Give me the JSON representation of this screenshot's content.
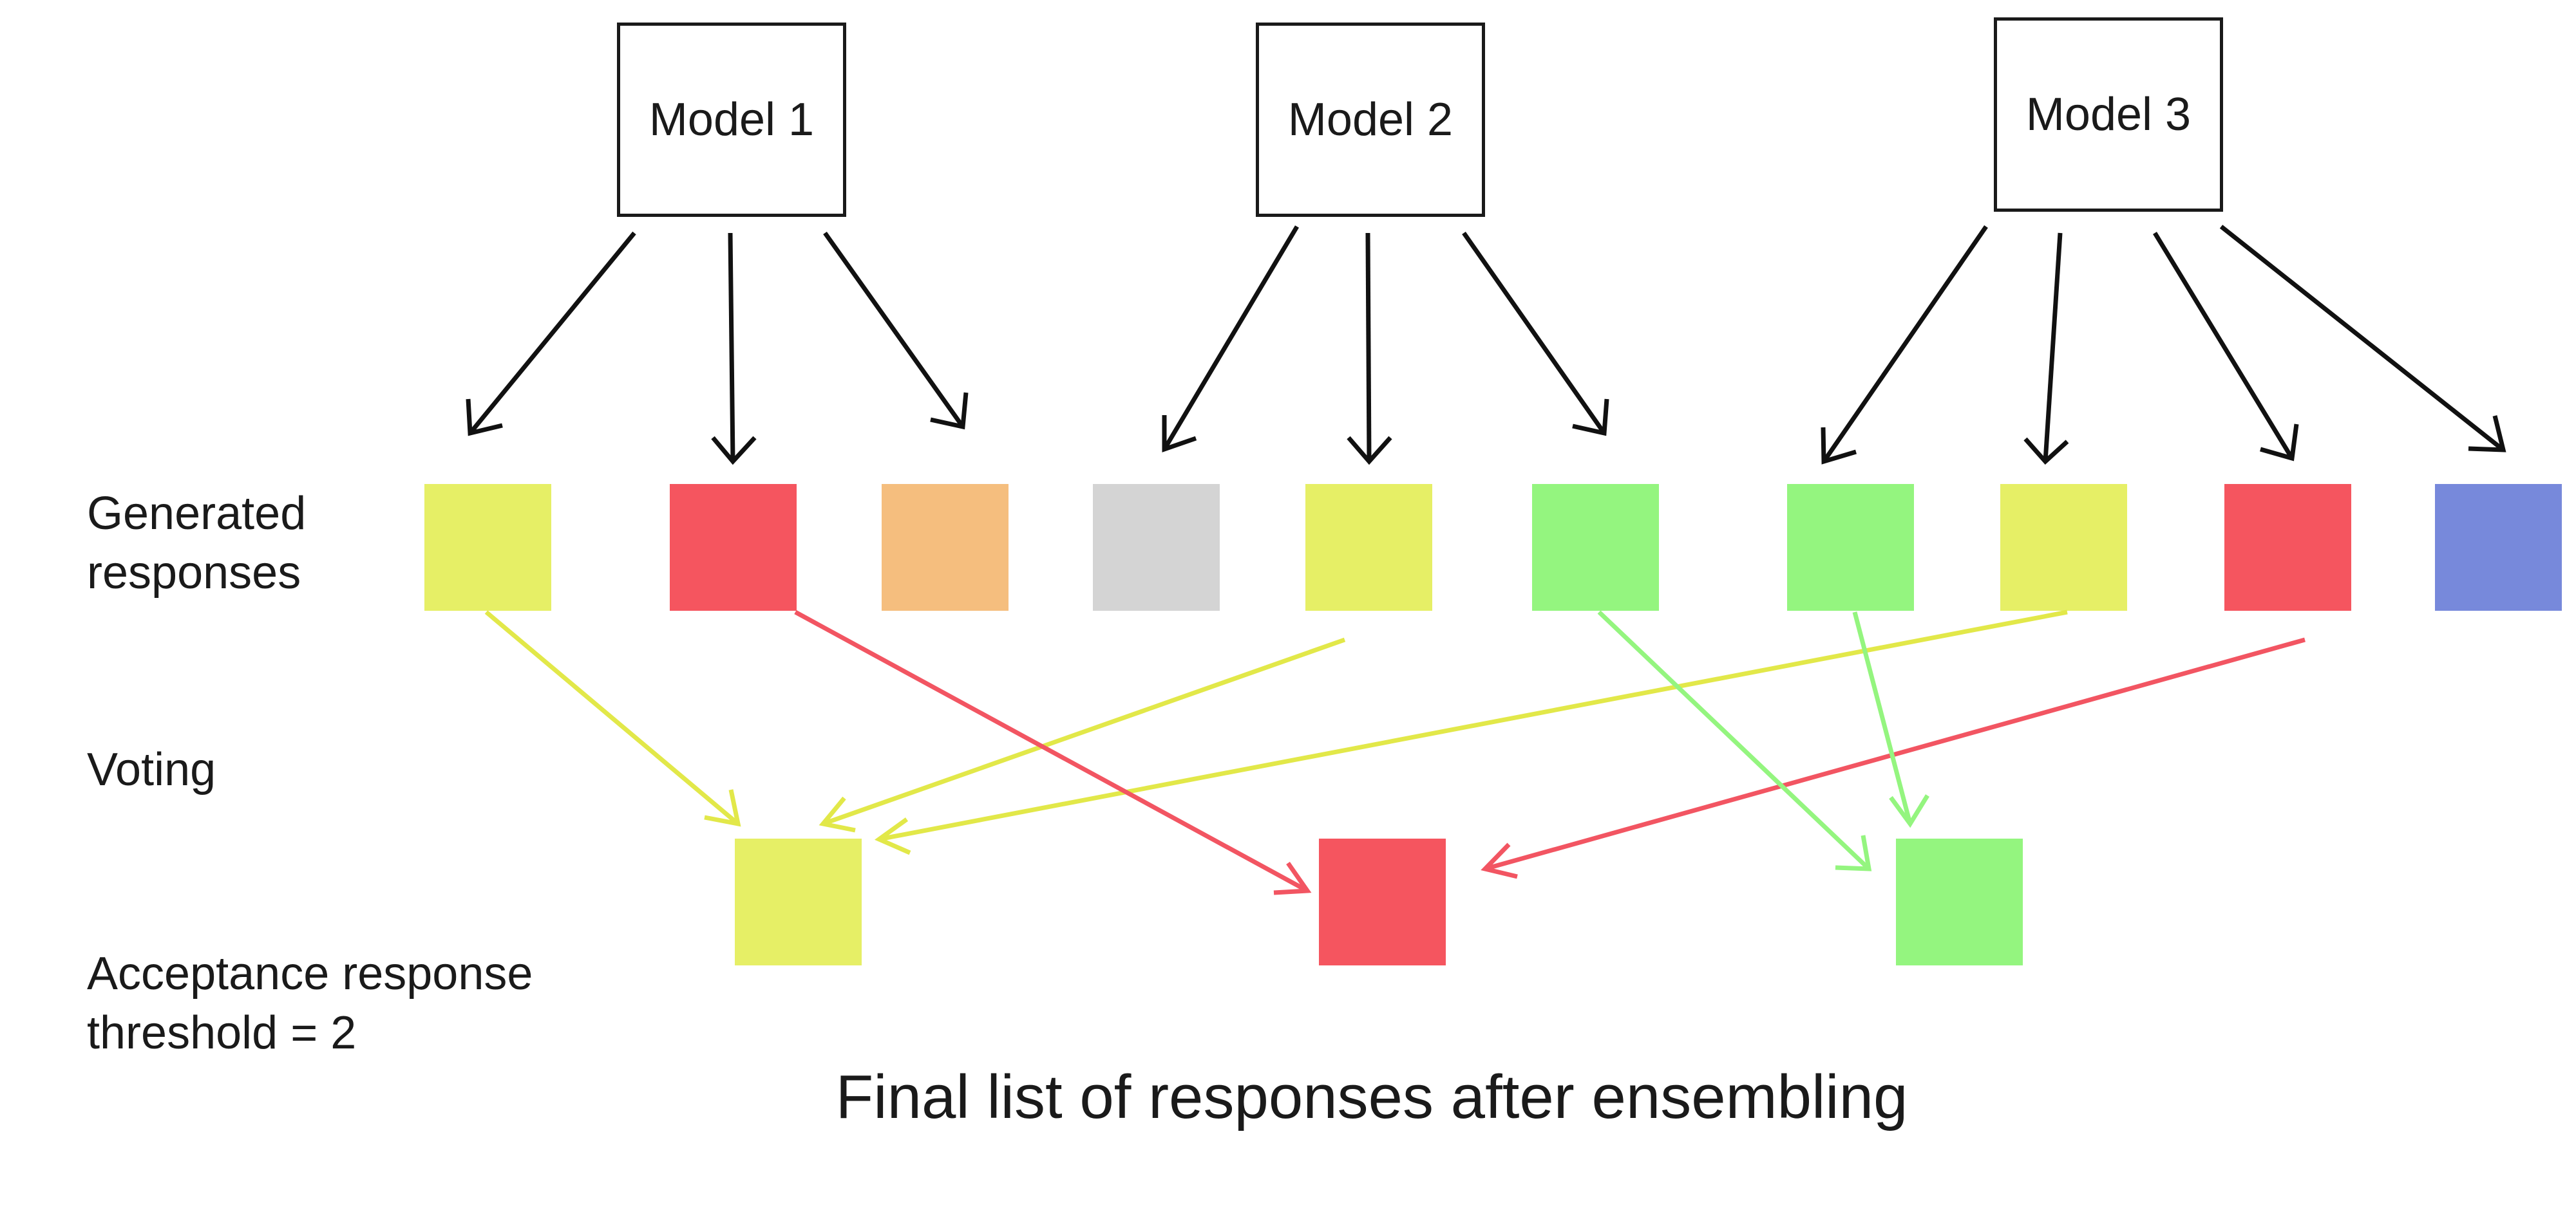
{
  "models": [
    {
      "label": "Model 1"
    },
    {
      "label": "Model 2"
    },
    {
      "label": "Model 3"
    }
  ],
  "row_labels": {
    "generated": "Generated\nresponses",
    "voting": "Voting",
    "threshold": "Acceptance response\nthreshold = 2"
  },
  "caption": "Final list of responses after ensembling",
  "colors": {
    "yellow": "#e6ef66",
    "red": "#f5555f",
    "orange": "#f5be7e",
    "gray": "#d4d4d4",
    "green": "#94f57f",
    "blue": "#7789db",
    "arrow": "#111111",
    "yellow_arrow": "#e2e849",
    "red_arrow": "#f25562",
    "green_arrow": "#94f57f"
  },
  "generated_responses": [
    {
      "model": 1,
      "color": "yellow"
    },
    {
      "model": 1,
      "color": "red"
    },
    {
      "model": 1,
      "color": "orange"
    },
    {
      "model": 2,
      "color": "gray"
    },
    {
      "model": 2,
      "color": "yellow"
    },
    {
      "model": 2,
      "color": "green"
    },
    {
      "model": 3,
      "color": "green"
    },
    {
      "model": 3,
      "color": "yellow"
    },
    {
      "model": 3,
      "color": "red"
    },
    {
      "model": 3,
      "color": "blue"
    }
  ],
  "final_responses": [
    {
      "color": "yellow",
      "votes": 3
    },
    {
      "color": "red",
      "votes": 2
    },
    {
      "color": "green",
      "votes": 2
    }
  ]
}
